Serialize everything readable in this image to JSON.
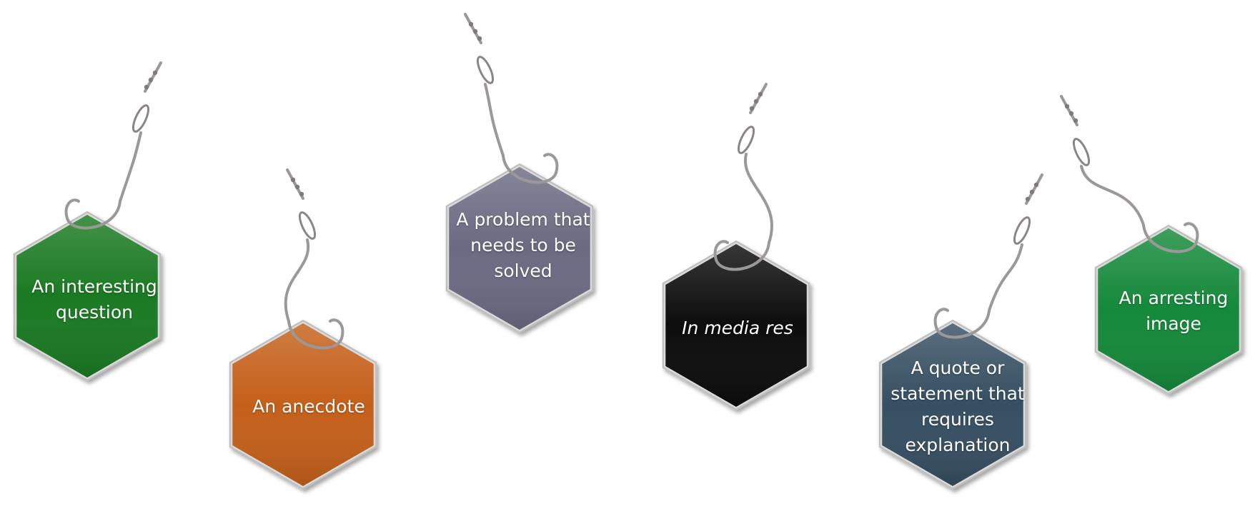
{
  "hooks": [
    {
      "id": "interesting-question",
      "label": "An interesting question",
      "fill": "#1a7a22",
      "italic": false
    },
    {
      "id": "anecdote",
      "label": "An anecdote",
      "fill": "#c4601a",
      "italic": false
    },
    {
      "id": "problem",
      "label": "A problem that needs to be solved",
      "fill": "#6b6a82",
      "italic": false
    },
    {
      "id": "in-media-res",
      "label": "In media res",
      "fill": "#0c0c0c",
      "italic": true
    },
    {
      "id": "quote",
      "label": "A quote or statement that requires explanation",
      "fill": "#364f62",
      "italic": false
    },
    {
      "id": "arresting-image",
      "label": "An arresting image",
      "fill": "#14893a",
      "italic": false
    }
  ],
  "icons": {
    "hook": "fishing-hook-icon",
    "tag": "hexagon-shape"
  }
}
